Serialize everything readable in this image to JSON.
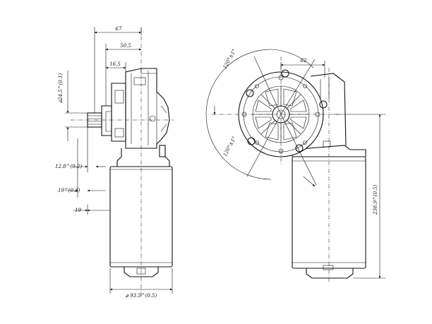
{
  "dimensions": {
    "d67": "67",
    "d505": "50.5",
    "d165": "16.5",
    "dshaft": "⌀24.5^(0.1)",
    "d128": "12.8^(0.2)",
    "d194": "19^(0.3)",
    "d19": "19",
    "dbody": "⌀ 93.5^(0.5)",
    "d62": "62",
    "d120top": "120°±1°",
    "d120bot": "120°±1°",
    "d2369": "236.9^(0.5)"
  }
}
